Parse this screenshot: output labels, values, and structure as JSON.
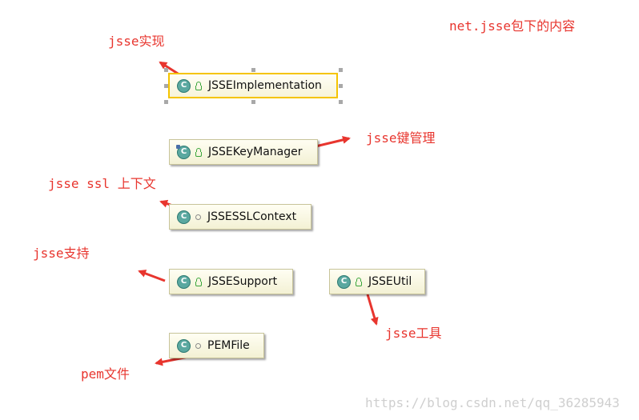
{
  "title": "net.jsse包下的内容",
  "classes": {
    "jsse_implementation": {
      "name": "JSSEImplementation",
      "icon": "class-icon",
      "visibility": "public"
    },
    "jsse_key_manager": {
      "name": "JSSEKeyManager",
      "icon": "abstract-class-icon",
      "visibility": "public"
    },
    "jsse_ssl_context": {
      "name": "JSSESSLContext",
      "icon": "class-icon",
      "visibility": "package"
    },
    "jsse_support": {
      "name": "JSSESupport",
      "icon": "class-icon",
      "visibility": "public"
    },
    "jsse_util": {
      "name": "JSSEUtil",
      "icon": "class-icon",
      "visibility": "public"
    },
    "pem_file": {
      "name": "PEMFile",
      "icon": "class-icon",
      "visibility": "package"
    }
  },
  "class_icon_letter": "C",
  "annotations": {
    "implementation": "jsse实现",
    "key_manager": "jsse键管理",
    "ssl_context": "jsse ssl 上下文",
    "support": "jsse支持",
    "util": "jsse工具",
    "pem": "pem文件"
  },
  "colors": {
    "annotation": "#e8352e",
    "selection": "#f5c400",
    "node_border": "#c8c49a",
    "class_icon": "#5aa8a0"
  },
  "watermark": "https://blog.csdn.net/qq_36285943"
}
